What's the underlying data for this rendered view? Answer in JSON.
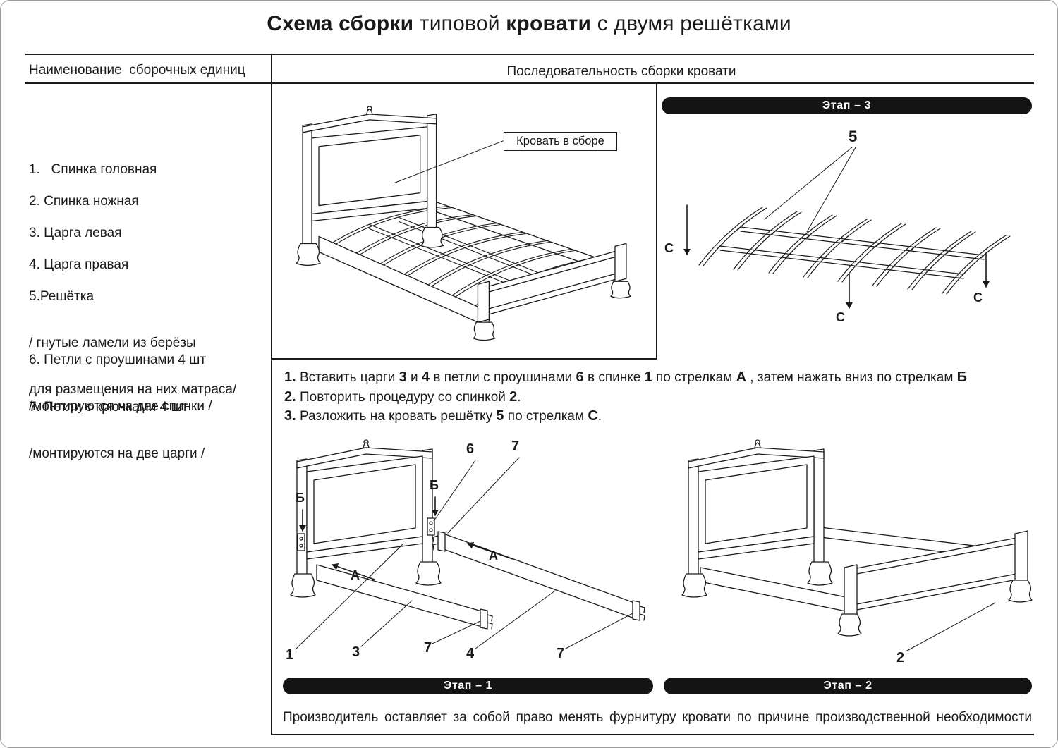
{
  "page": {
    "title": {
      "seg1": "Схема сборки",
      "seg2": " типовой ",
      "seg3": "кровати",
      "seg4": " с двумя решётками"
    },
    "footer": "Производитель оставляет за собой право менять фурнитуру кровати по причине производственной необходимости"
  },
  "columns": {
    "left_header": "Наименование  сборочных единиц",
    "right_header": "Последовательность сборки кровати"
  },
  "parts": [
    {
      "line1": "1.   Спинка головная"
    },
    {
      "line1": "2. Спинка ножная"
    },
    {
      "line1": "3. Царга левая"
    },
    {
      "line1": "4. Царга правая"
    },
    {
      "line1": "5.Решётка",
      "line2": "/ гнутые ламели из берёзы",
      "line3": "для размещения на них матраса/"
    },
    {
      "line1": "6. Петли с проушинами 4 шт",
      "line2": "/монтируются на две спинки /"
    },
    {
      "line1": "7. Петли с крючками 4 шт",
      "line2": "/монтируются на две царги /"
    }
  ],
  "assembled": {
    "caption": "Кровать в сборе"
  },
  "stages": {
    "s1": {
      "label": "Этап – 1"
    },
    "s2": {
      "label": "Этап –  2"
    },
    "s3": {
      "label": "Этап –  3"
    }
  },
  "instructions": {
    "i1": {
      "n": "1.",
      "t1": " Вставить царги ",
      "b1": "3",
      "t2": " и ",
      "b2": "4",
      "t3": " в петли с проушинами ",
      "b3": "6",
      "t4": " в спинке ",
      "b4": "1",
      "t5": " по стрелкам ",
      "b5": "А",
      "t6": " , затем нажать вниз по стрелкам ",
      "b6": "Б"
    },
    "i2": {
      "n": "2.",
      "t1": " Повторить процедуру со спинкой ",
      "b1": "2",
      "t2": "."
    },
    "i3": {
      "n": "3.",
      "t1": " Разложить на кровать  решётку ",
      "b1": "5",
      "t2": "  по стрелкам ",
      "b2": "С",
      "t3": "."
    }
  },
  "labels": {
    "p1": "1",
    "p2": "2",
    "p3": "3",
    "p4": "4",
    "p5": "5",
    "p6": "6",
    "p7": "7",
    "arrow_a": "А",
    "arrow_b": "Б",
    "arrow_c": "С"
  }
}
